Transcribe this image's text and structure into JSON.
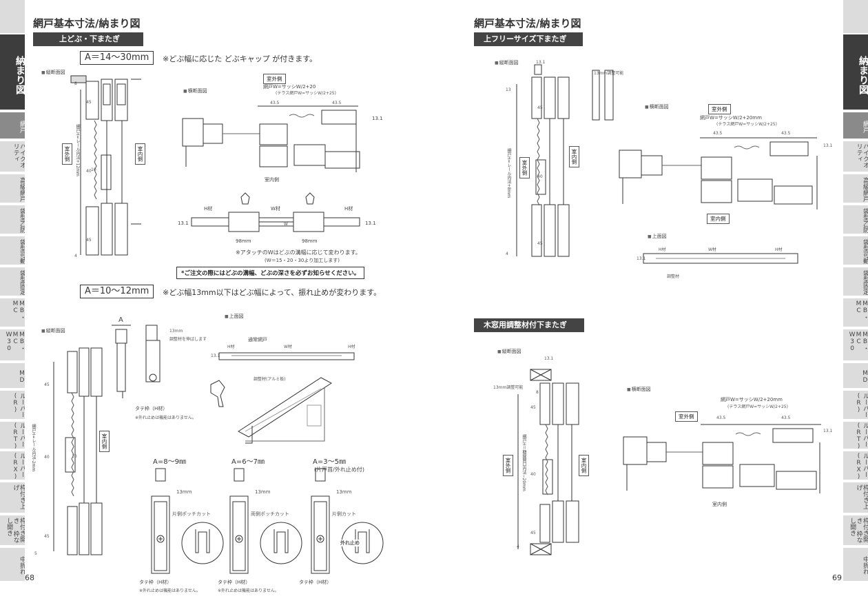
{
  "tabs_left": [
    {
      "label": "納まり図",
      "style": "dark"
    },
    {
      "label": "網戸",
      "style": "mid"
    },
    {
      "label": "ハイクオリティ",
      "style": "light"
    },
    {
      "label": "高級網戸",
      "style": "light"
    },
    {
      "label": "袋型乙防",
      "style": "light"
    },
    {
      "label": "袋型可動",
      "style": "light"
    },
    {
      "label": "袋型固定",
      "style": "light"
    },
    {
      "label": "MB・MC",
      "style": "light"
    },
    {
      "label": "MB・MC W30",
      "style": "light"
    },
    {
      "label": "MD",
      "style": "light"
    },
    {
      "label": "ルーバー(R)",
      "style": "light"
    },
    {
      "label": "ルーバー(RT)",
      "style": "light"
    },
    {
      "label": "ルーバー(RX)",
      "style": "light"
    },
    {
      "label": "枠付き上げ",
      "style": "light"
    },
    {
      "label": "枠付き開き 枠なし開き",
      "style": "light"
    },
    {
      "label": "中折れ",
      "style": "light"
    }
  ],
  "left": {
    "page_number": "68",
    "title": "網戸基本寸法/納まり図",
    "band": "上どぶ・下またぎ",
    "range1": "A＝14〜30mm",
    "range1_note": "※どぶ幅に応じた どぶキャップ が付きます。",
    "sec_vertical": "縦断面図",
    "sec_horizontal": "横断面図",
    "outdoor_side": "室外側",
    "indoor_side": "室内側",
    "outdoor_v": "室外側",
    "indoor_v": "室内側",
    "width_formula": "網戸W=サッシW/2+20",
    "width_formula_terrace": "(テラス網戸W=サッシW/2+25)",
    "dim_43_5a": "43.5",
    "dim_43_5b": "43.5",
    "dim_13_1": "13.1",
    "height_formula": "網戸H=レール内法+12mm",
    "dim_45a": "45",
    "dim_40": "40",
    "dim_10": "10",
    "dim_45b": "45",
    "dim_8": "8",
    "dim_4": "4",
    "top_plan": {
      "h1": "H材",
      "w": "W材",
      "h2": "H材",
      "d1": "13.1",
      "d2": "13.1",
      "m1": "98mm",
      "m2": "98mm",
      "wmark": "W"
    },
    "attach_note1": "※アタッチのWはどぶの溝幅に応じて変わります。",
    "attach_note2": "(W＝15・20・30より加工します)",
    "order_warning": "*ご注文の際にはどぶの溝幅、どぶの深さを必ずお知らせください。",
    "range2": "A＝10〜12mm",
    "range2_note": "※どぶ幅13mm以下はどぶ幅によって、振れ止めが変わります。",
    "sec_vertical2": "縦断面図",
    "height_formula2": "網戸H=レール内法-2mm",
    "indoor_v2": "室内側",
    "dim2_45a": "45",
    "dim2_40": "40",
    "dim2_10": "10",
    "dim2_45b": "45",
    "dim2_5": "5",
    "a_mark": "A",
    "adj_13": "13mm",
    "adj_extend": "調整材を伸ばします",
    "tate_h": "タテ枠（H材）",
    "no_stop": "※外れ止めは機能はありません。",
    "sec_top2": "上面図",
    "regular_screen": "通常網戸",
    "top2_h1": "H材",
    "top2_w": "W材",
    "top2_h2": "H材",
    "adj_alu": "調整材(アルミ板)",
    "top2_d": "13.1",
    "variants": [
      {
        "range": "A=8〜9㎜",
        "sub": "",
        "dim": "13mm",
        "cut": "片側ポッチカット",
        "frame": "タテ枠（H材）",
        "note": "※外れ止めは機能はありません。"
      },
      {
        "range": "A=6〜7㎜",
        "sub": "",
        "dim": "13mm",
        "cut": "両側ポッチカット",
        "frame": "タテ枠（H材）",
        "note": "※外れ止めは機能はありません。"
      },
      {
        "range": "A=3〜5㎜",
        "sub": "(片戸首/外れ止め付)",
        "dim": "13mm",
        "cut": "片側カット",
        "frame": "タテ枠（H材）",
        "note": "",
        "stop": "外れ止め"
      }
    ]
  },
  "right": {
    "page_number": "69",
    "title": "網戸基本寸法/納まり図",
    "band1": "上フリーサイズ下またぎ",
    "sec_vertical": "縦断面図",
    "top_dim": "13.1",
    "adjust_note": "13mm調整可能",
    "height_formula": "網戸H=レール内法+8mm",
    "outdoor_v": "室外側",
    "indoor_v": "室内側",
    "dim_13": "13",
    "dim_45a": "45",
    "dim_40": "40",
    "dim_45b": "45",
    "dim_4": "4",
    "sec_horizontal": "横断面図",
    "outdoor_side": "室外側",
    "indoor_side": "室内側",
    "width_formula": "網戸W=サッシW/2+20mm",
    "width_formula_terrace": "(テラス網戸W=サッシW/2+25)",
    "dim_43_5a": "43.5",
    "dim_43_5b": "43.5",
    "dim_13_1": "13.1",
    "sec_top": "上面図",
    "top_h1": "H材",
    "top_w": "W材",
    "top_h2": "H材",
    "top_d": "13.1",
    "adj_mat": "調整材",
    "band2": "木窓用調整材付下またぎ",
    "sec_vertical2": "縦断面図",
    "top_dim2": "13.1",
    "adjust_note2": "13mm調整可能",
    "height_formula2": "網戸H＝額縁開口内法−20mm",
    "outdoor_v2": "室外側",
    "indoor_v2": "室内側",
    "dim2_8": "8",
    "dim2_45a": "45",
    "dim2_40": "40",
    "dim2_45b": "45",
    "dim2_4": "4",
    "sec_horizontal2": "横断面図",
    "outdoor_side2": "室外側",
    "indoor_side2": "室内側",
    "width_formula2": "網戸W=サッシW/2+20mm",
    "width_formula_terrace2": "(テラス網戸W=サッシW/2+25)",
    "dim2_43_5a": "43.5",
    "dim2_43_5b": "43.5",
    "dim2_13_1": "13.1"
  }
}
